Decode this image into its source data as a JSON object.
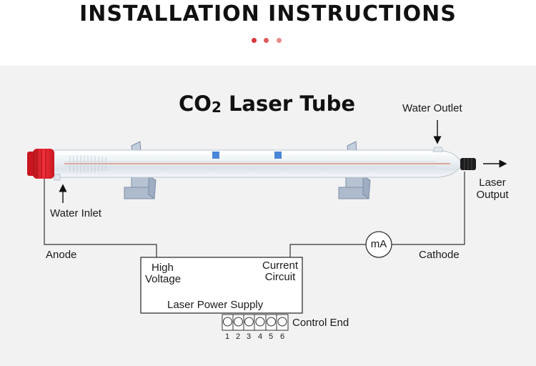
{
  "header": {
    "title": "INSTALLATION INSTRUCTIONS",
    "dot_colors": [
      "#d8383a",
      "#e05a5a",
      "#e88a8a"
    ]
  },
  "diagram": {
    "tube_title_main": "CO",
    "tube_title_sub": "2",
    "tube_title_rest": " Laser Tube",
    "water_outlet": "Water Outlet",
    "water_inlet": "Water Inlet",
    "laser_output_line1": "Laser",
    "laser_output_line2": "Output",
    "anode": "Anode",
    "cathode": "Cathode",
    "meter": "mA",
    "high_voltage_line1": "High",
    "high_voltage_line2": "Voltage",
    "current_circuit_line1": "Current",
    "current_circuit_line2": "Circuit",
    "power_supply": "Laser Power Supply",
    "control_end": "Control End",
    "pins": [
      "1",
      "2",
      "3",
      "4",
      "5",
      "6"
    ],
    "colors": {
      "cap_red": "#e8202a",
      "tube_glass": "#e9eef2",
      "inner_line": "#d98a7a",
      "mount_blue": "#aab8cc",
      "label_blue": "#4a86d8"
    }
  }
}
